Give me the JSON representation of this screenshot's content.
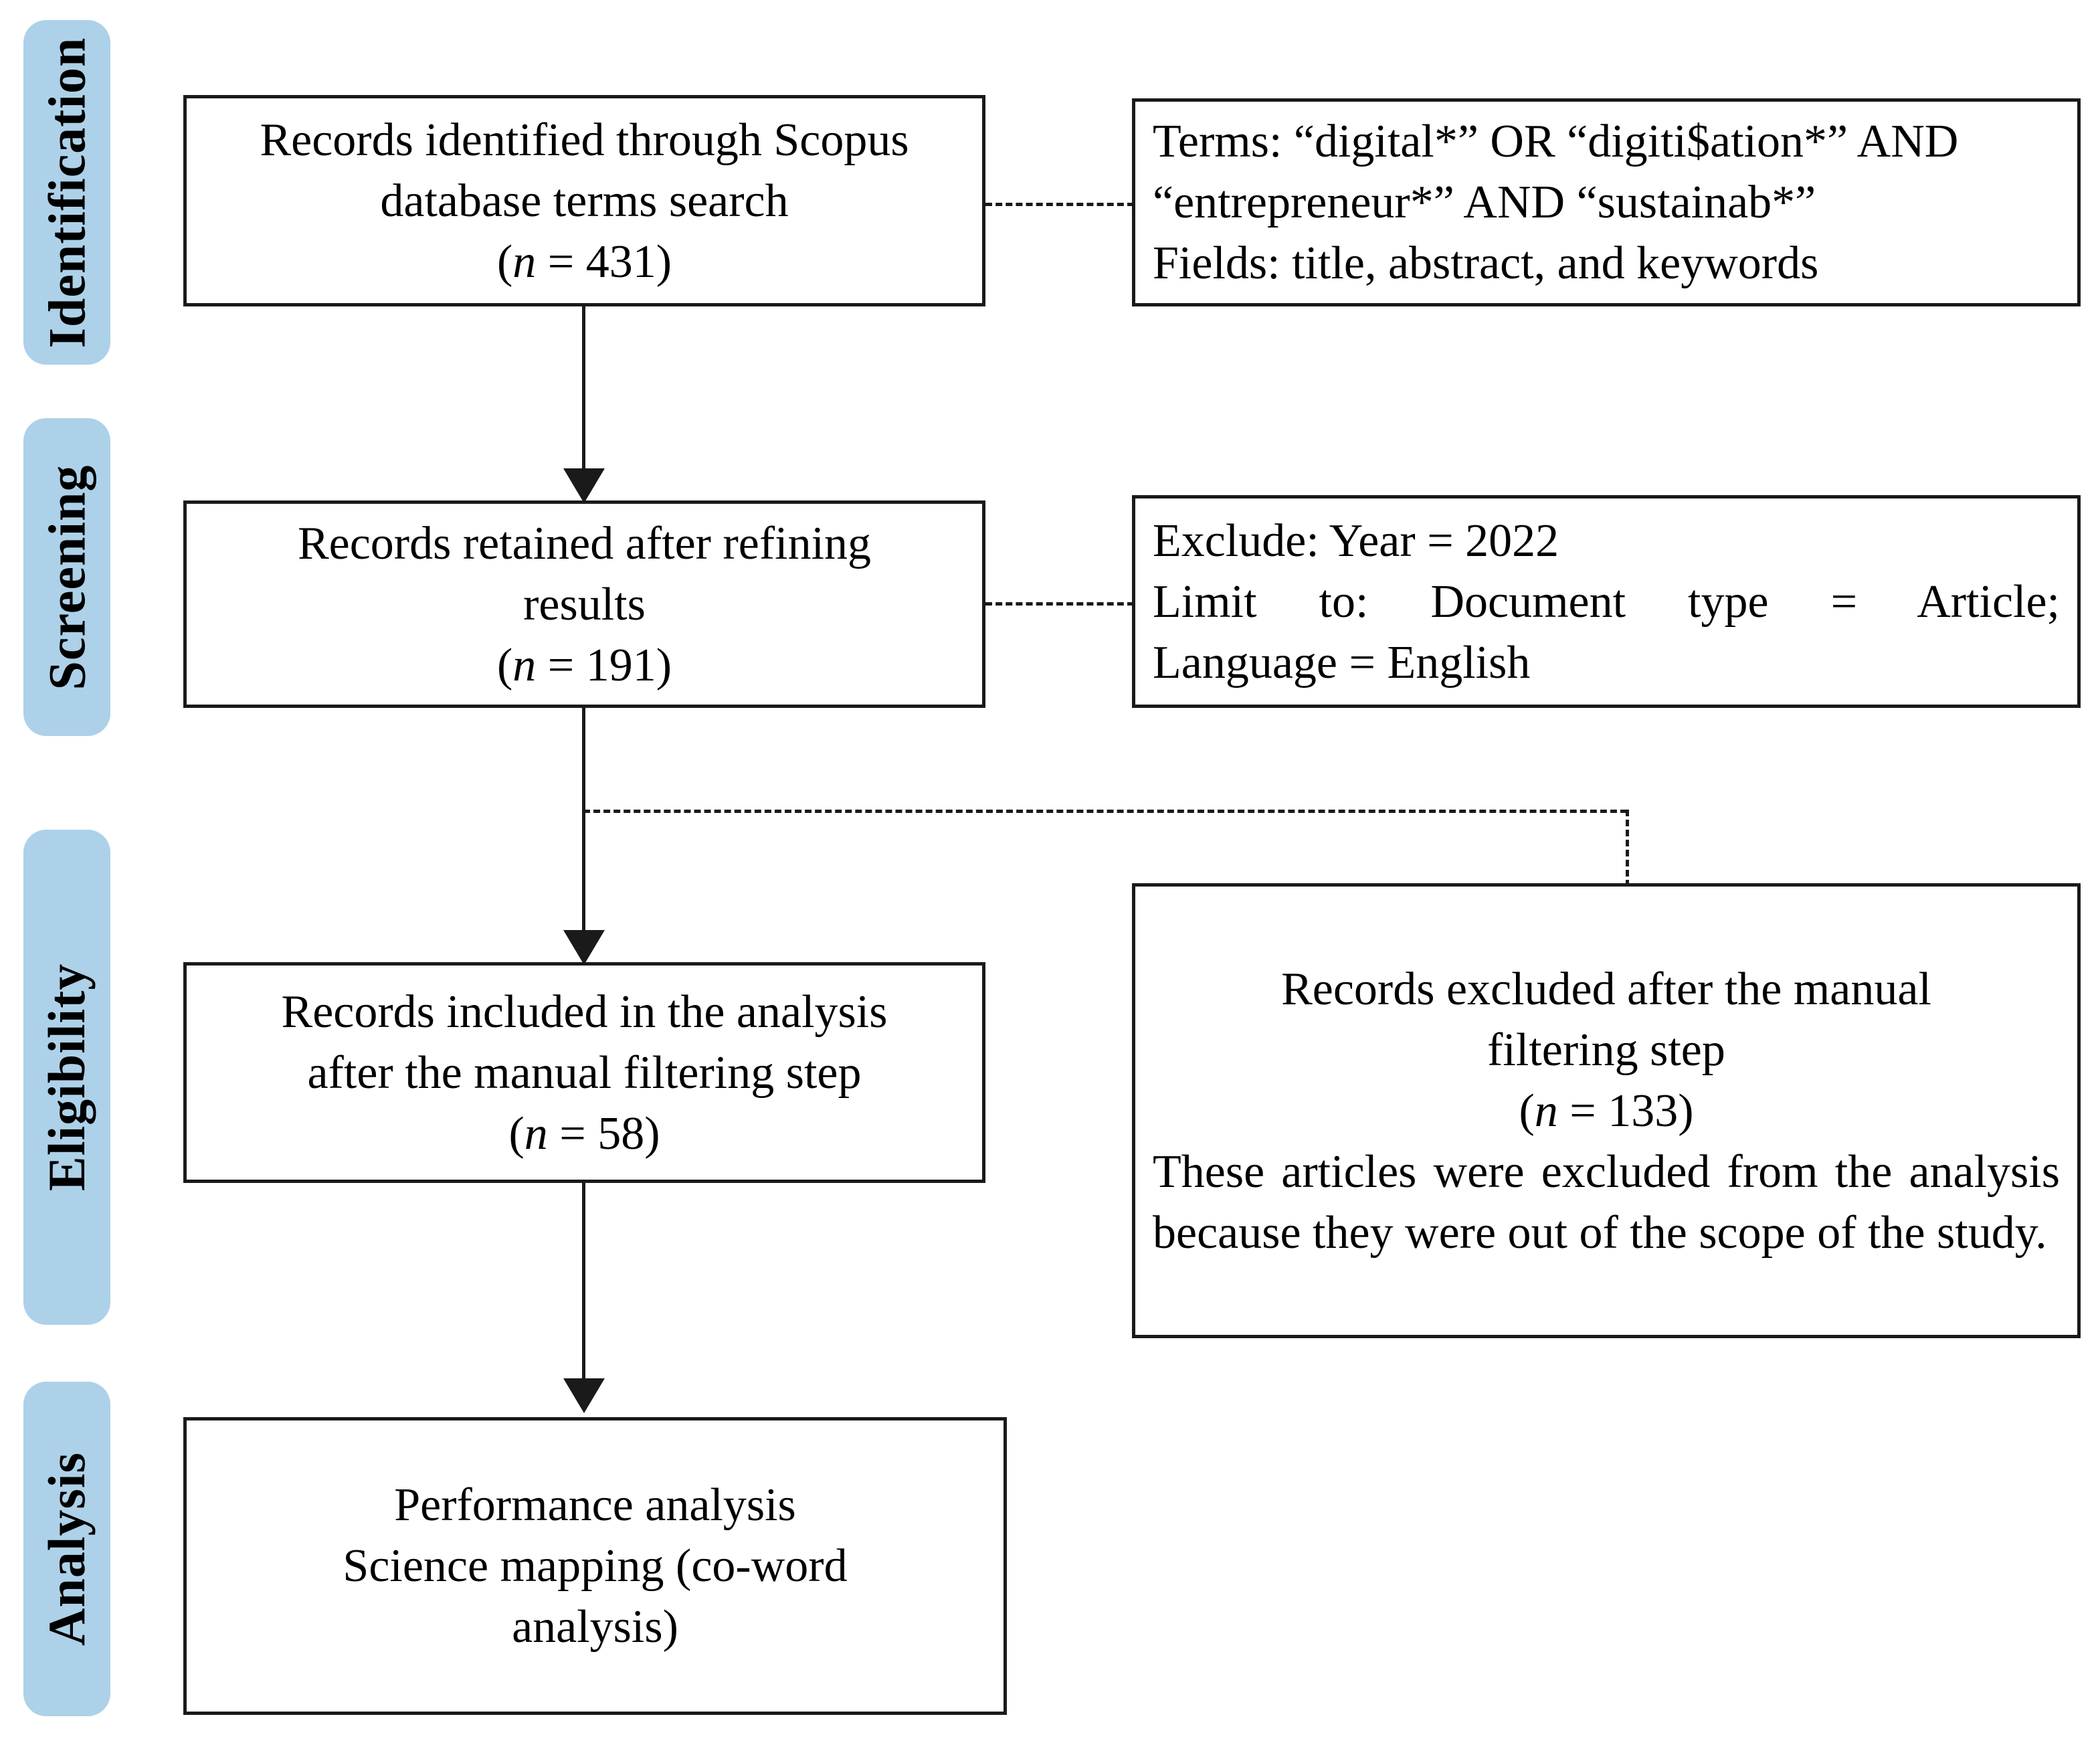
{
  "diagram": {
    "title": "PRISMA record selection flow",
    "accent_color": "#ADD1E8",
    "line_color": "#1a1a1a",
    "stages": [
      {
        "id": "identification",
        "label": "Identification"
      },
      {
        "id": "screening",
        "label": "Screening"
      },
      {
        "id": "eligibility",
        "label": "Eligibility"
      },
      {
        "id": "analysis",
        "label": "Analysis"
      }
    ],
    "boxes": {
      "identified": {
        "line1": "Records identified through Scopus",
        "line2": "database terms search",
        "count_prefix": "(",
        "count_italic": "n",
        "count_value": " = 431)"
      },
      "search_terms": {
        "line1": "Terms: “digital*” OR “digiti$ation*” AND",
        "line2": "“entrepreneur*” AND “sustainab*”",
        "line3": "Fields: title, abstract, and keywords"
      },
      "retained": {
        "line1": "Records retained after refining",
        "line2": "results",
        "count_prefix": "(",
        "count_italic": "n",
        "count_value": " = 191)"
      },
      "refine_criteria": {
        "line1": "Exclude: Year = 2022",
        "line2": "Limit to: Document type = Article;",
        "line3": "Language = English"
      },
      "included": {
        "line1": "Records included in the analysis",
        "line2": "after the manual filtering step",
        "count_prefix": "(",
        "count_italic": "n",
        "count_value": " = 58)"
      },
      "excluded": {
        "line1": "Records excluded after the manual",
        "line2": "filtering step",
        "count_prefix": "(",
        "count_italic": "n",
        "count_value": " = 133)",
        "note": "These articles were excluded from the analysis because they were out of the scope of the study."
      },
      "analysis_methods": {
        "line1": "Performance analysis",
        "line2": "Science mapping (co-word",
        "line3": "analysis)"
      }
    }
  }
}
